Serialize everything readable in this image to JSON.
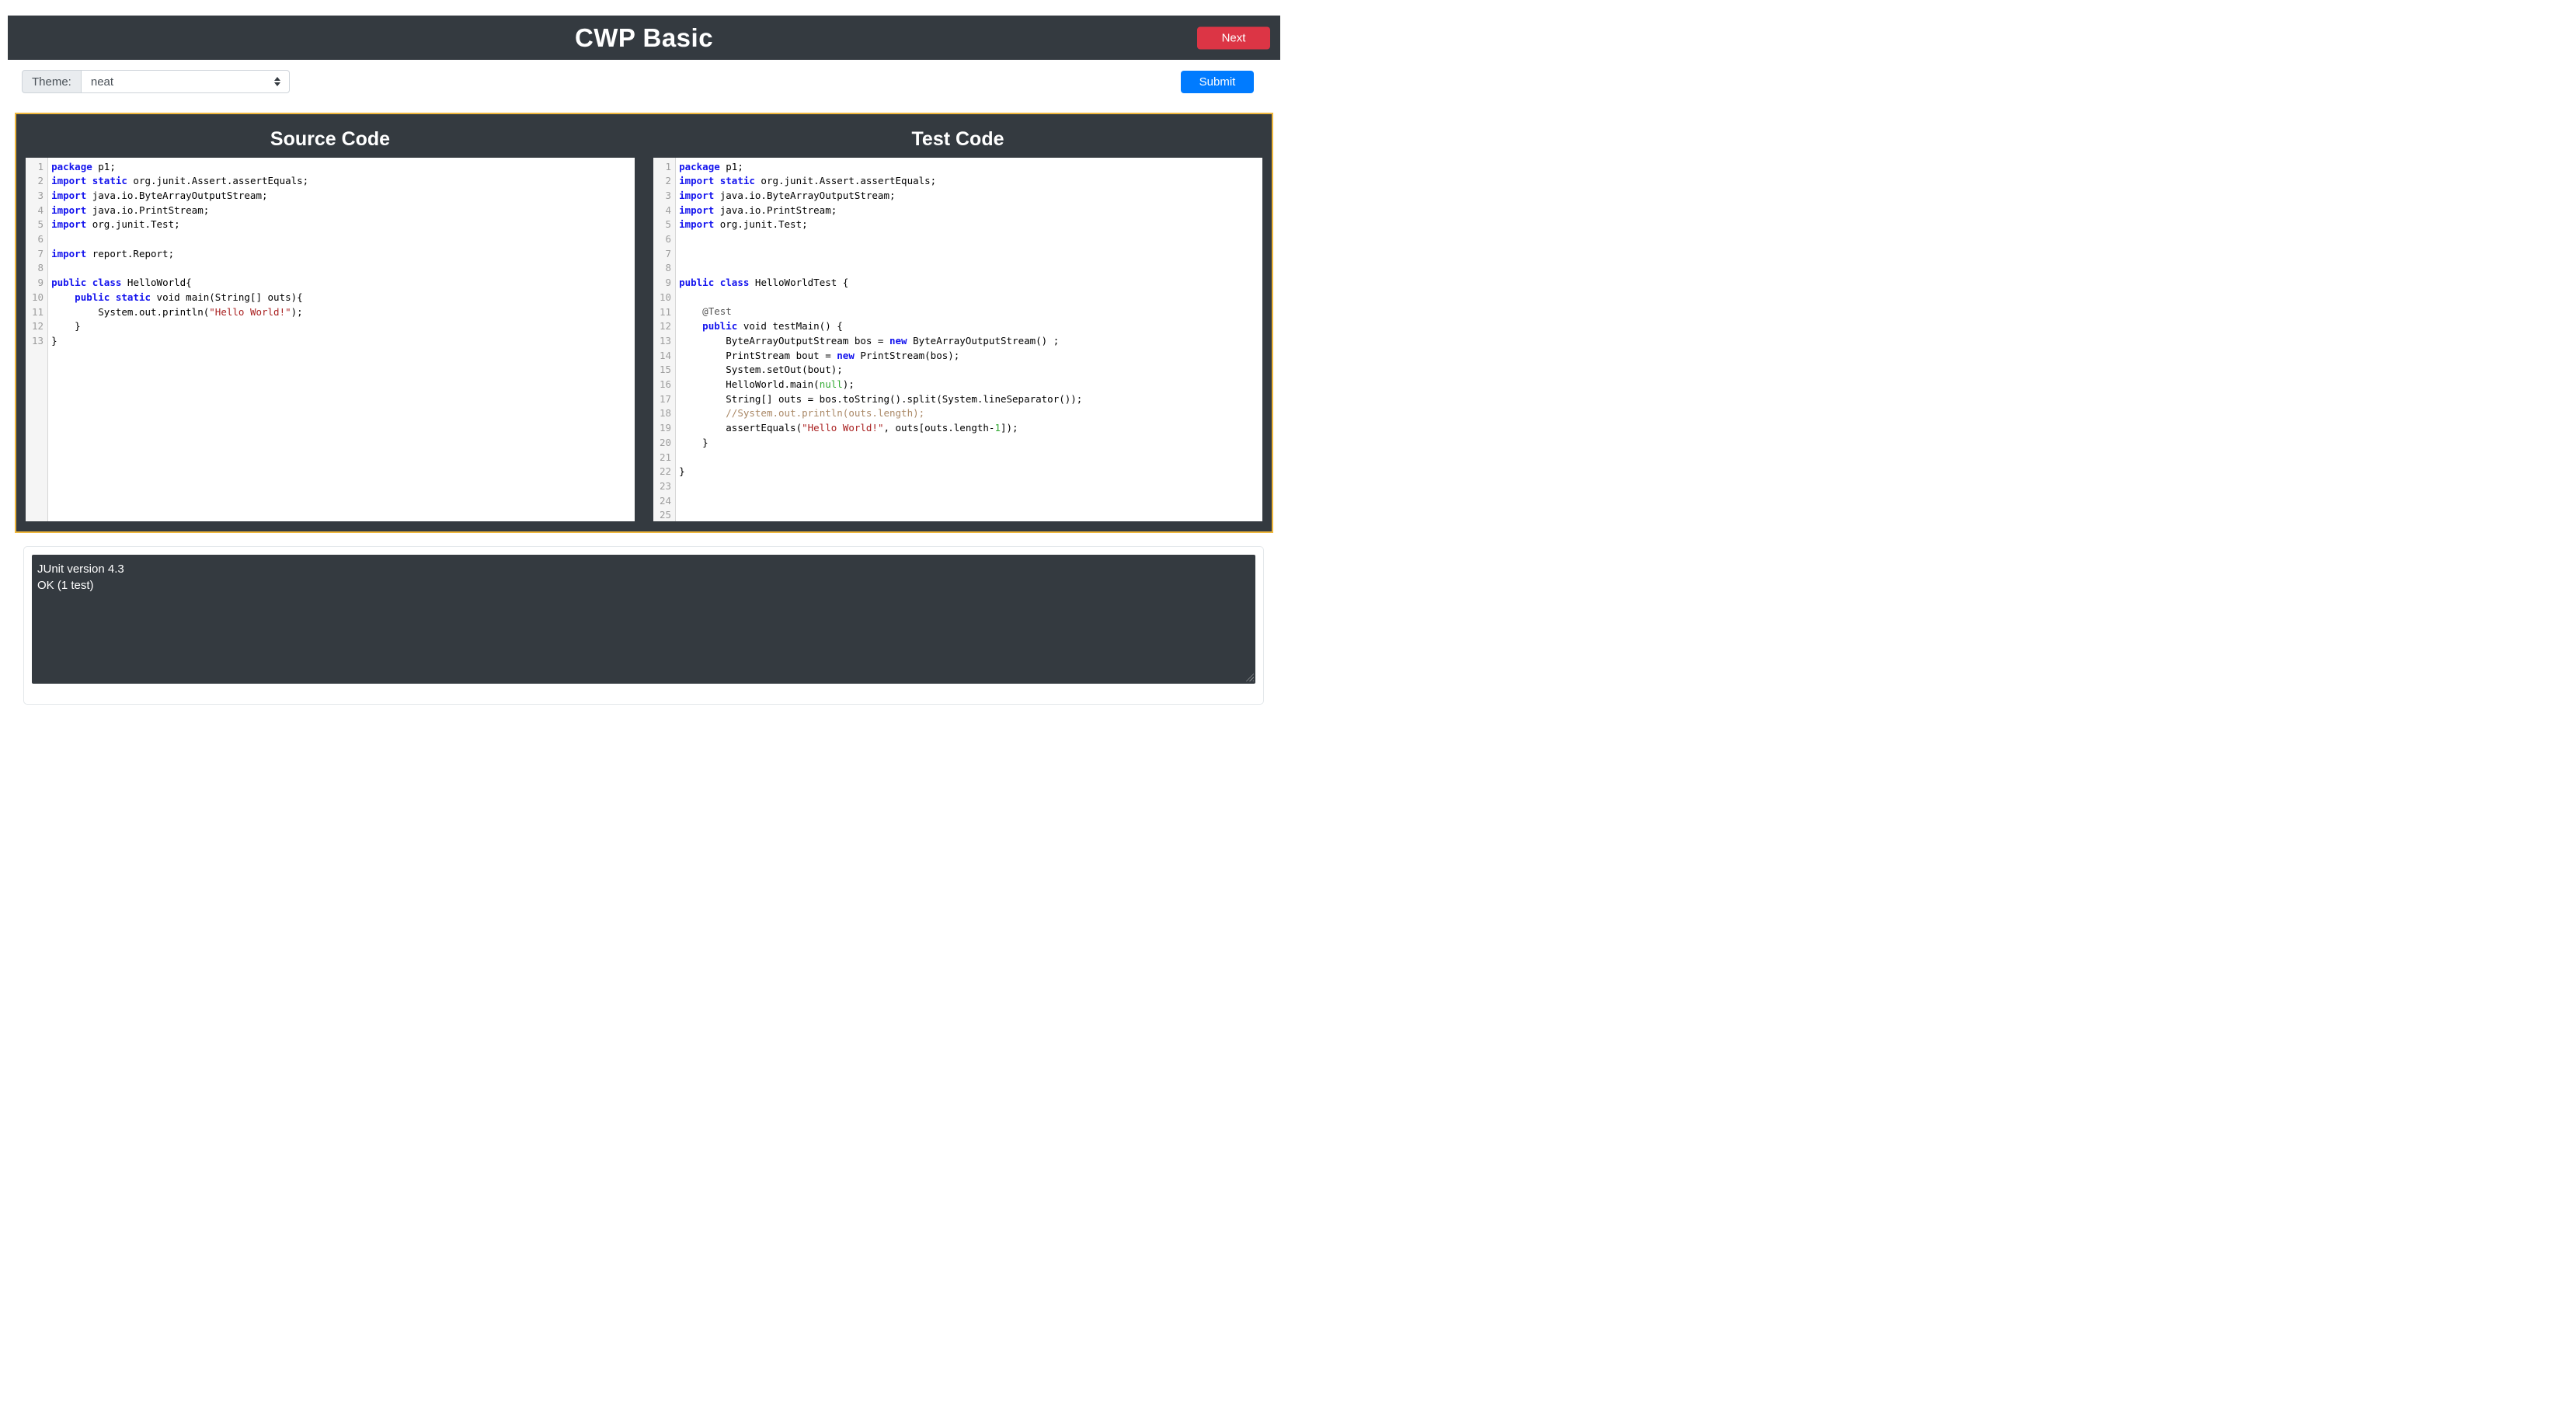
{
  "header": {
    "title": "CWP Basic",
    "next_label": "Next"
  },
  "toolbar": {
    "theme_label": "Theme:",
    "theme_value": "neat",
    "submit_label": "Submit"
  },
  "panels": {
    "source": {
      "title": "Source Code"
    },
    "test": {
      "title": "Test Code"
    }
  },
  "colors": {
    "header_bg": "#343a40",
    "next_button": "#dc3545",
    "submit_button": "#007bff",
    "workspace_border": "#efb73d",
    "editor_keyword": "#1414ee",
    "editor_string": "#a22",
    "editor_comment": "#a86",
    "editor_atom": "#3a3",
    "editor_meta": "#555",
    "line_number": "#9d9d9d",
    "console_bg": "#343a40"
  },
  "source_code": {
    "lines": [
      [
        [
          "k",
          "package"
        ],
        [
          "",
          " p1;"
        ]
      ],
      [
        [
          "k",
          "import"
        ],
        [
          "",
          " "
        ],
        [
          "k",
          "static"
        ],
        [
          "",
          " org.junit.Assert.assertEquals;"
        ]
      ],
      [
        [
          "k",
          "import"
        ],
        [
          "",
          " java.io.ByteArrayOutputStream;"
        ]
      ],
      [
        [
          "k",
          "import"
        ],
        [
          "",
          " java.io.PrintStream;"
        ]
      ],
      [
        [
          "k",
          "import"
        ],
        [
          "",
          " org.junit.Test;"
        ]
      ],
      [],
      [
        [
          "k",
          "import"
        ],
        [
          "",
          " report.Report;"
        ]
      ],
      [],
      [
        [
          "k",
          "public"
        ],
        [
          "",
          " "
        ],
        [
          "k",
          "class"
        ],
        [
          "",
          " HelloWorld{"
        ]
      ],
      [
        [
          "",
          "    "
        ],
        [
          "k",
          "public"
        ],
        [
          "",
          " "
        ],
        [
          "k",
          "static"
        ],
        [
          "",
          " void main(String[] outs){"
        ]
      ],
      [
        [
          "",
          "        System.out.println("
        ],
        [
          "s",
          "\"Hello World!\""
        ],
        [
          "",
          ");"
        ]
      ],
      [
        [
          "",
          "    }"
        ]
      ],
      [
        [
          "",
          "}"
        ]
      ]
    ]
  },
  "test_code": {
    "lines": [
      [
        [
          "k",
          "package"
        ],
        [
          "",
          " p1;"
        ]
      ],
      [
        [
          "k",
          "import"
        ],
        [
          "",
          " "
        ],
        [
          "k",
          "static"
        ],
        [
          "",
          " org.junit.Assert.assertEquals;"
        ]
      ],
      [
        [
          "k",
          "import"
        ],
        [
          "",
          " java.io.ByteArrayOutputStream;"
        ]
      ],
      [
        [
          "k",
          "import"
        ],
        [
          "",
          " java.io.PrintStream;"
        ]
      ],
      [
        [
          "k",
          "import"
        ],
        [
          "",
          " org.junit.Test;"
        ]
      ],
      [],
      [],
      [],
      [
        [
          "k",
          "public"
        ],
        [
          "",
          " "
        ],
        [
          "k",
          "class"
        ],
        [
          "",
          " HelloWorldTest {"
        ]
      ],
      [],
      [
        [
          "",
          "    "
        ],
        [
          "m",
          "@Test"
        ]
      ],
      [
        [
          "",
          "    "
        ],
        [
          "k",
          "public"
        ],
        [
          "",
          " void testMain() {"
        ]
      ],
      [
        [
          "",
          "        ByteArrayOutputStream bos = "
        ],
        [
          "k",
          "new"
        ],
        [
          "",
          " ByteArrayOutputStream() ;"
        ]
      ],
      [
        [
          "",
          "        PrintStream bout = "
        ],
        [
          "k",
          "new"
        ],
        [
          "",
          " PrintStream(bos);"
        ]
      ],
      [
        [
          "",
          "        System.setOut(bout);"
        ]
      ],
      [
        [
          "",
          "        HelloWorld.main("
        ],
        [
          "a",
          "null"
        ],
        [
          "",
          ");"
        ]
      ],
      [
        [
          "",
          "        String[] outs = bos.toString().split(System.lineSeparator());"
        ]
      ],
      [
        [
          "",
          "        "
        ],
        [
          "c",
          "//System.out.println(outs.length);"
        ]
      ],
      [
        [
          "",
          "        assertEquals("
        ],
        [
          "s",
          "\"Hello World!\""
        ],
        [
          "",
          ", outs[outs.length-"
        ],
        [
          "a",
          "1"
        ],
        [
          "",
          "]);"
        ]
      ],
      [
        [
          "",
          "    }"
        ]
      ],
      [],
      [
        [
          "",
          "}"
        ]
      ],
      [],
      [],
      []
    ]
  },
  "console": {
    "text": "JUnit version 4.3\nOK (1 test)"
  }
}
